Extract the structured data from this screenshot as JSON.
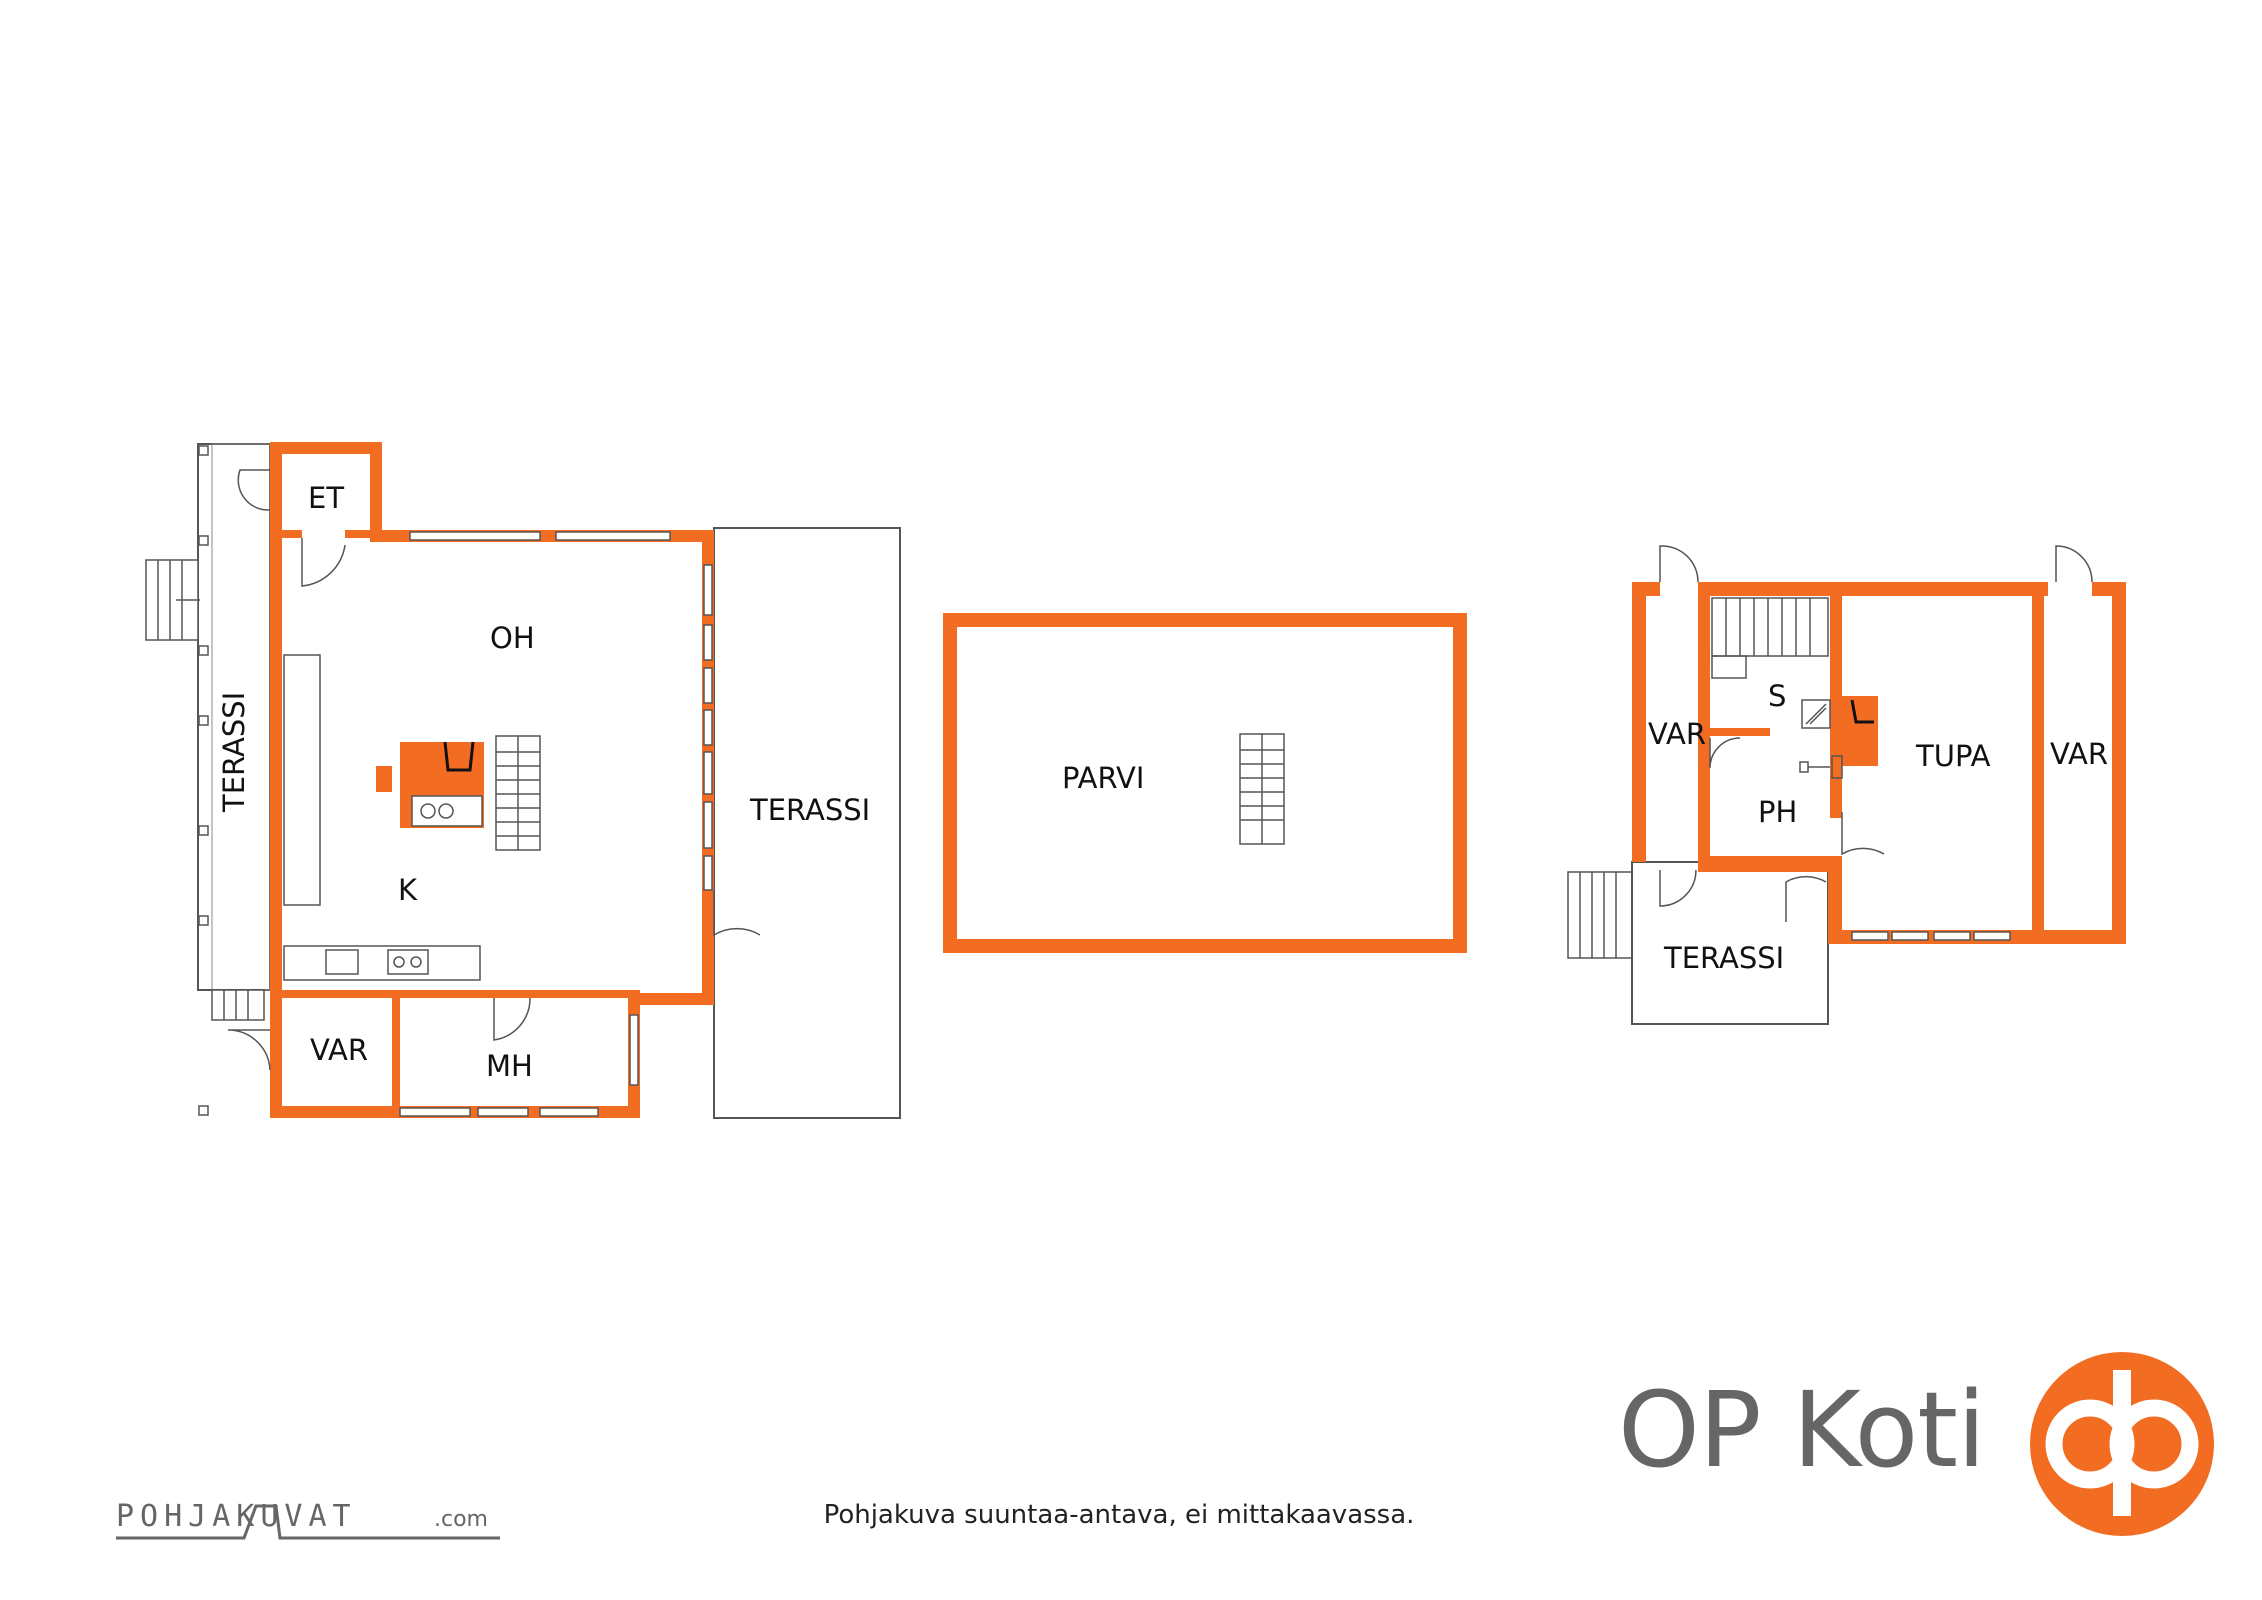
{
  "colors": {
    "wall": "#f26c22",
    "line": "#555555",
    "logo_text": "#666666"
  },
  "floors": {
    "main": {
      "rooms": {
        "et": "ET",
        "oh": "OH",
        "k": "K",
        "var": "VAR",
        "mh": "MH",
        "terassi_left": "TERASSI",
        "terassi_right": "TERASSI"
      }
    },
    "loft": {
      "rooms": {
        "parvi": "PARVI"
      }
    },
    "sauna": {
      "rooms": {
        "var_left": "VAR",
        "s": "S",
        "ph": "PH",
        "tupa": "TUPA",
        "var_right": "VAR",
        "terassi": "TERASSI"
      }
    }
  },
  "branding": {
    "op_koti": "OP Koti",
    "pohjakuvat": "POHJAKUVAT",
    "pohjakuvat_domain": ".com",
    "logo_icon": "op-bank-logo-icon"
  },
  "footer": {
    "disclaimer": "Pohjakuva suuntaa-antava, ei mittakaavassa."
  }
}
